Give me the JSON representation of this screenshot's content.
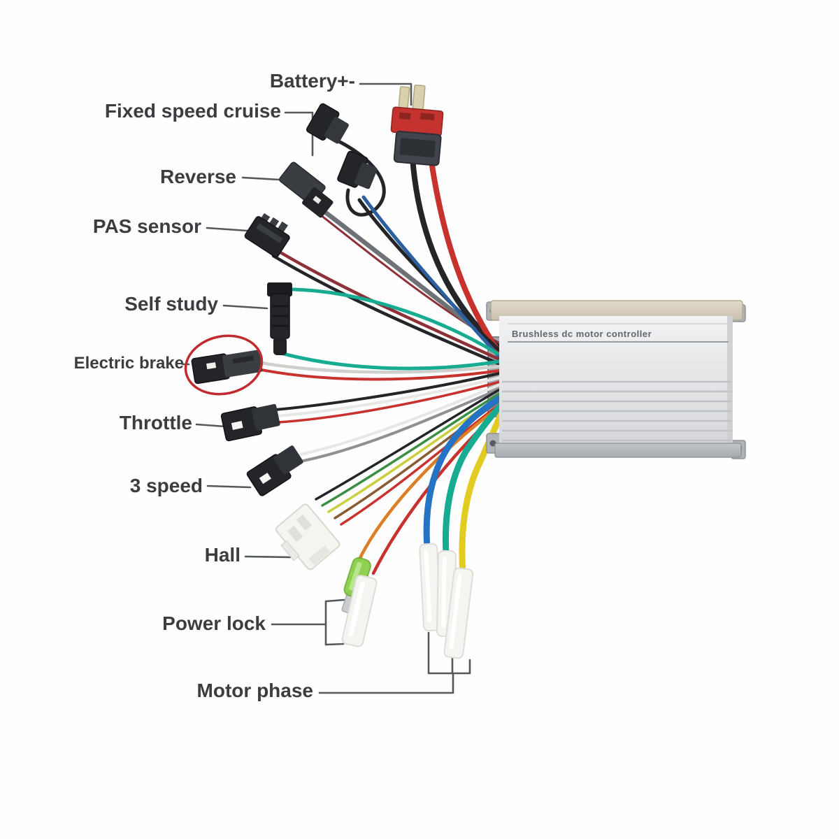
{
  "diagram": {
    "type": "wiring-diagram",
    "device": {
      "case_label": "Brushless dc motor controller"
    },
    "labels": [
      {
        "id": "battery",
        "text": "Battery+-"
      },
      {
        "id": "fixed-speed-cruise",
        "text": "Fixed speed cruise"
      },
      {
        "id": "reverse",
        "text": "Reverse"
      },
      {
        "id": "pas-sensor",
        "text": "PAS sensor"
      },
      {
        "id": "self-study",
        "text": "Self study"
      },
      {
        "id": "electric-brake",
        "text": "Electric brake"
      },
      {
        "id": "throttle",
        "text": "Throttle"
      },
      {
        "id": "three-speed",
        "text": "3 speed"
      },
      {
        "id": "hall",
        "text": "Hall"
      },
      {
        "id": "power-lock",
        "text": "Power lock"
      },
      {
        "id": "motor-phase",
        "text": "Motor phase"
      }
    ],
    "highlight": {
      "note": "electric-brake connector circled",
      "color": "#bf2b2f"
    },
    "colors": {
      "label_text": "#3b3d41",
      "leader": "#54575c",
      "highlight_circle": "#bf2b2f",
      "wire_red": "#c7322e",
      "wire_dark_red": "#8e3038",
      "wire_black": "#232528",
      "wire_dark_grey": "#6e7175",
      "wire_grey": "#8e9094",
      "wire_light_grey": "#cfcfcc",
      "wire_white": "#e7e7e3",
      "wire_blue": "#2473c4",
      "wire_navy": "#2b5f9e",
      "wire_teal": "#17ab91",
      "wire_green": "#3b8f45",
      "wire_yellow": "#e3cc22",
      "wire_yellow_green": "#c9cf3d",
      "wire_orange": "#dd7d25",
      "wire_brown": "#8a5a33",
      "connector_black": "#232528",
      "connector_black_light": "#3a3d42",
      "connector_white": "#f4f4f1",
      "connector_green": "#86cf45",
      "battery_red": "#c4332f",
      "battery_body": "#41454b",
      "battery_pin": "#d9d0ad",
      "box_face_light": "#f0f1f2",
      "box_face_dark": "#d7d9db",
      "box_top_cap": "#d2c9b7",
      "box_bottom_cap": "#b5b9bd",
      "box_fin": "#bfc3c7",
      "box_text": "#60666d"
    }
  }
}
